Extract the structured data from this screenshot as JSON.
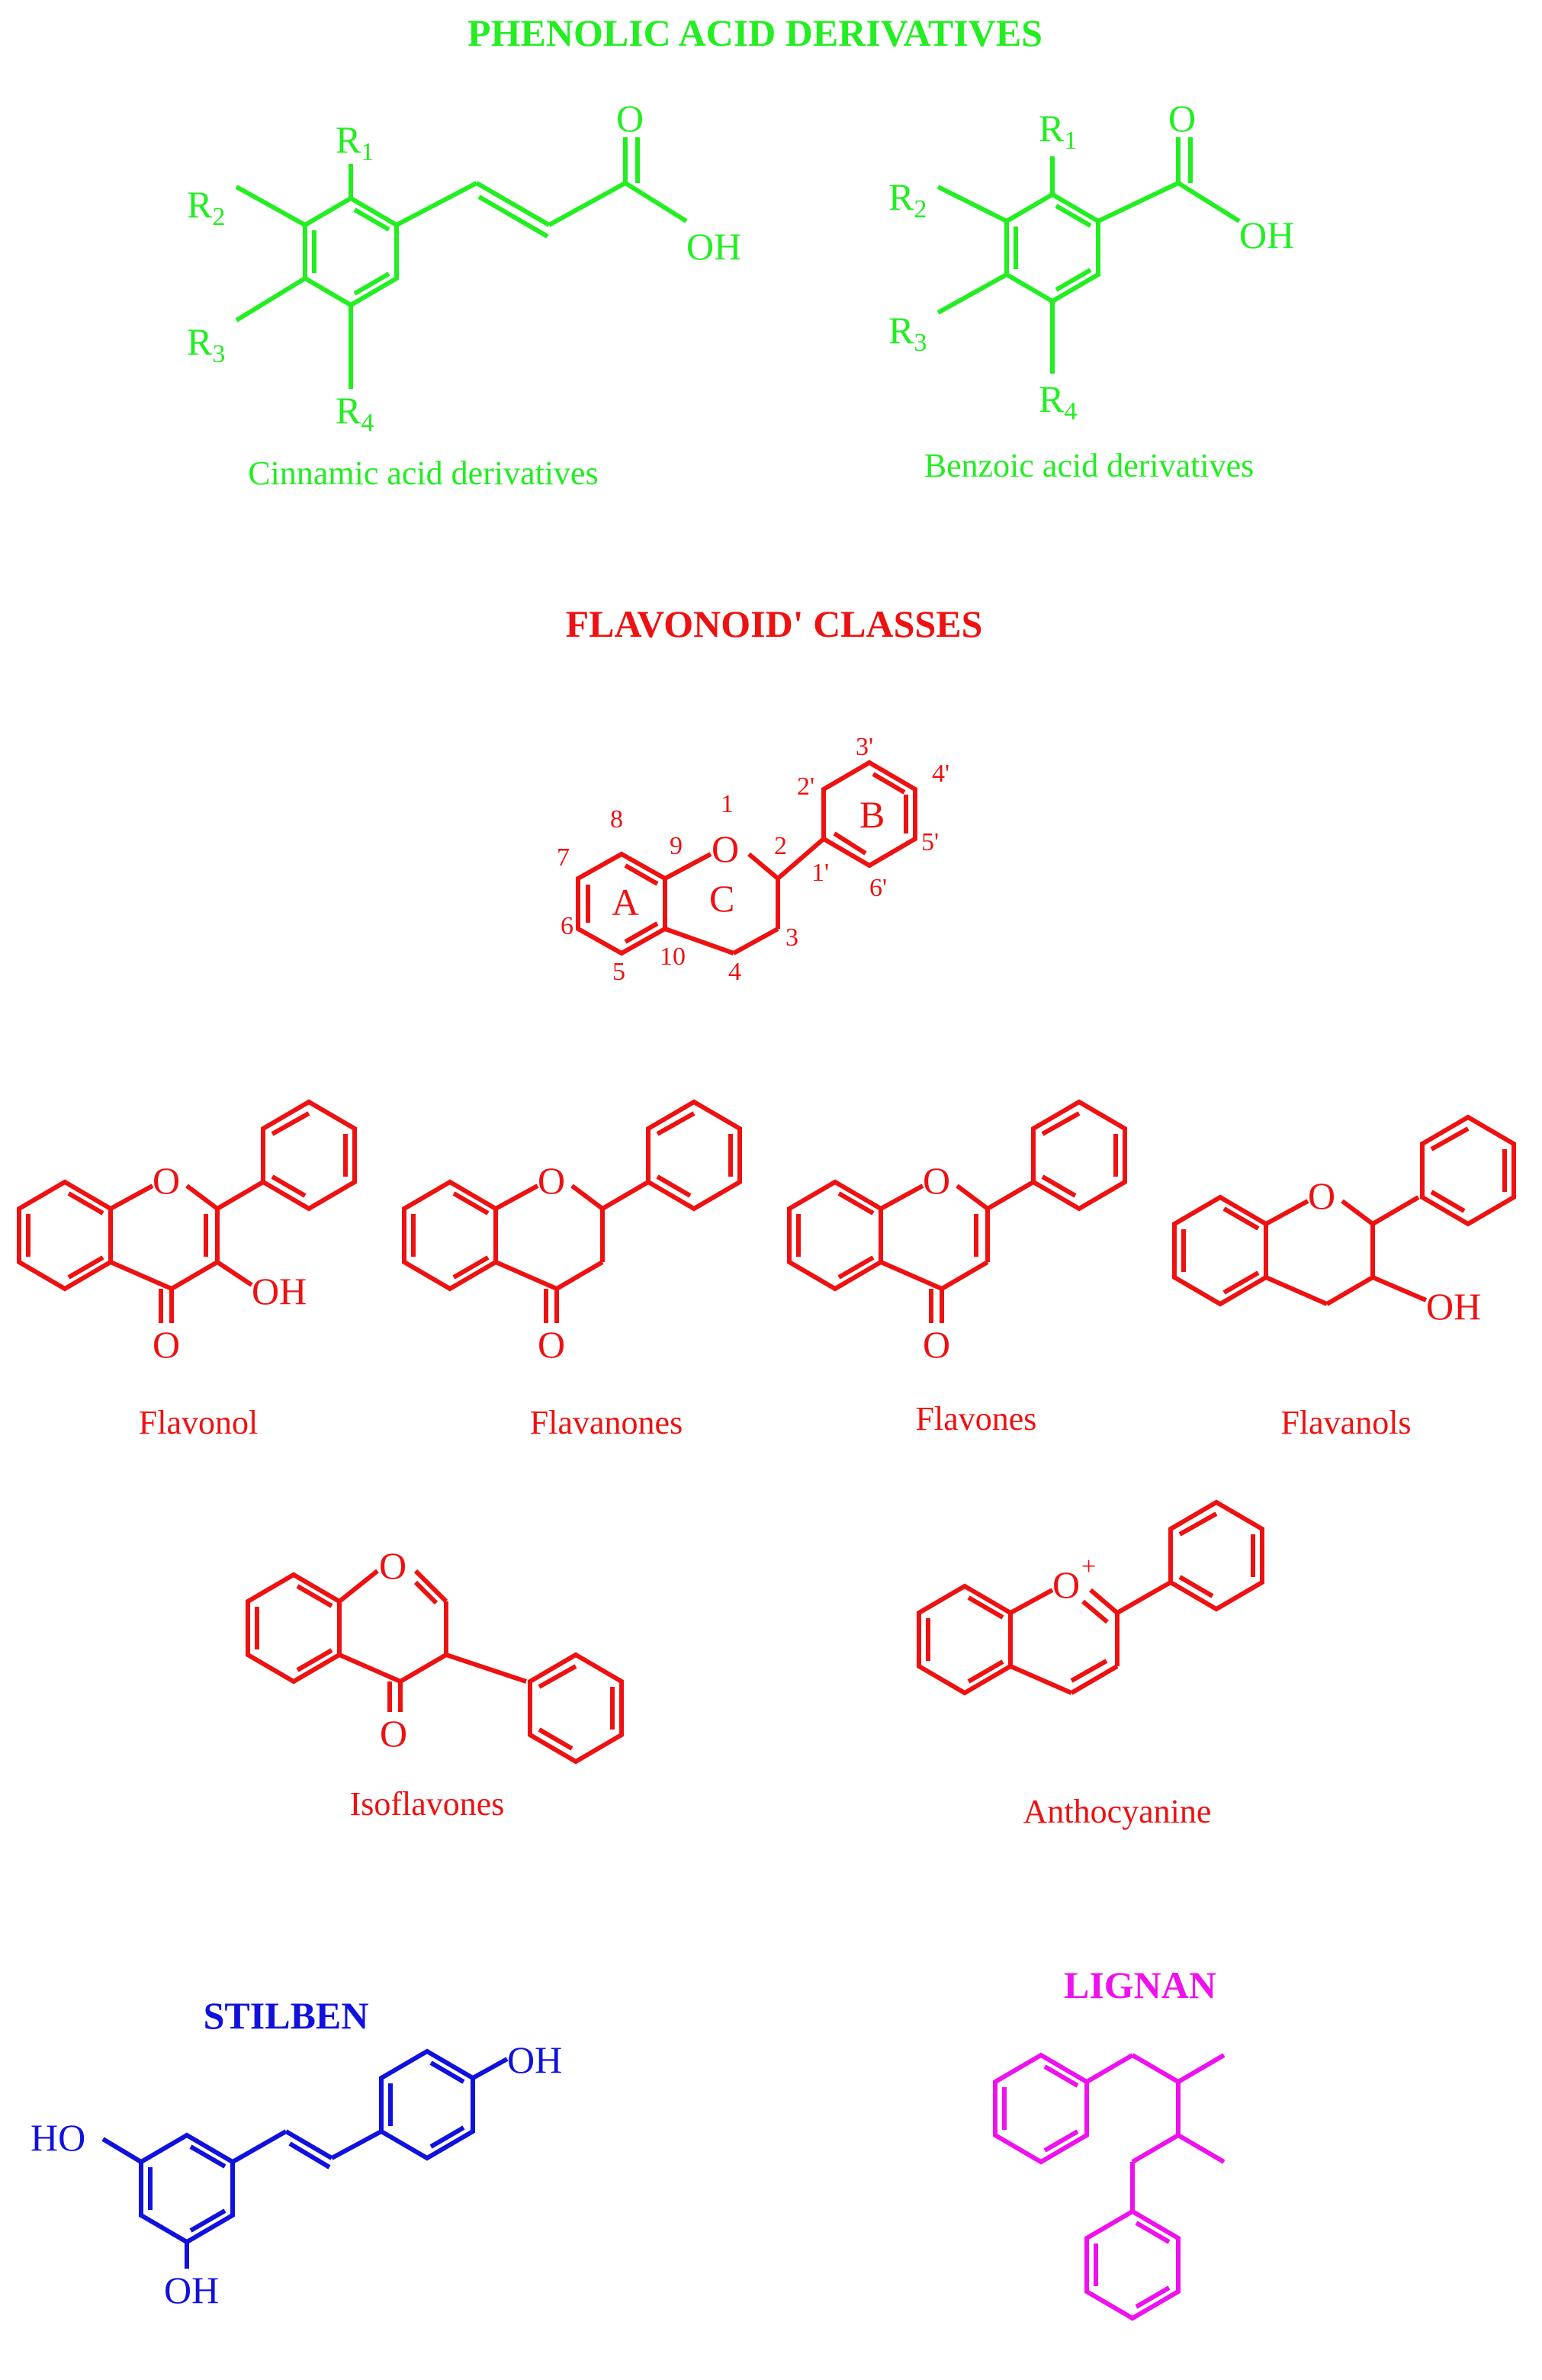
{
  "colors": {
    "phenolic": "#22ee22",
    "flavonoid": "#ee1111",
    "stilben": "#1111dd",
    "lignan": "#ee11ee"
  },
  "phenolic": {
    "heading": "PHENOLIC ACID DERIVATIVES",
    "cinnamic": {
      "caption": "Cinnamic acid derivatives"
    },
    "benzoic": {
      "caption": "Benzoic acid derivatives"
    },
    "r": "R",
    "r1": "1",
    "r2": "2",
    "r3": "3",
    "r4": "4",
    "o": "O",
    "oh": "OH"
  },
  "flavonoid": {
    "heading": "FLAVONOID' CLASSES",
    "core": {
      "o": "O",
      "ring_a": "A",
      "ring_b": "B",
      "ring_c": "C",
      "n1": "1",
      "n2": "2",
      "n3": "3",
      "n4": "4",
      "n5": "5",
      "n6": "6",
      "n7": "7",
      "n8": "8",
      "n9": "9",
      "n10": "10",
      "n1p": "1'",
      "n2p": "2'",
      "n3p": "3'",
      "n4p": "4'",
      "n5p": "5'",
      "n6p": "6'"
    },
    "classes": {
      "flavonol": "Flavonol",
      "flavanones": "Flavanones",
      "flavones": "Flavones",
      "flavanols": "Flavanols",
      "isoflavones": "Isoflavones",
      "anthocyanine": "Anthocyanine"
    },
    "o": "O",
    "oh": "OH",
    "plus": "+"
  },
  "stilben": {
    "heading": "STILBEN",
    "oh": "OH",
    "ho": "HO"
  },
  "lignan": {
    "heading": "LIGNAN"
  }
}
